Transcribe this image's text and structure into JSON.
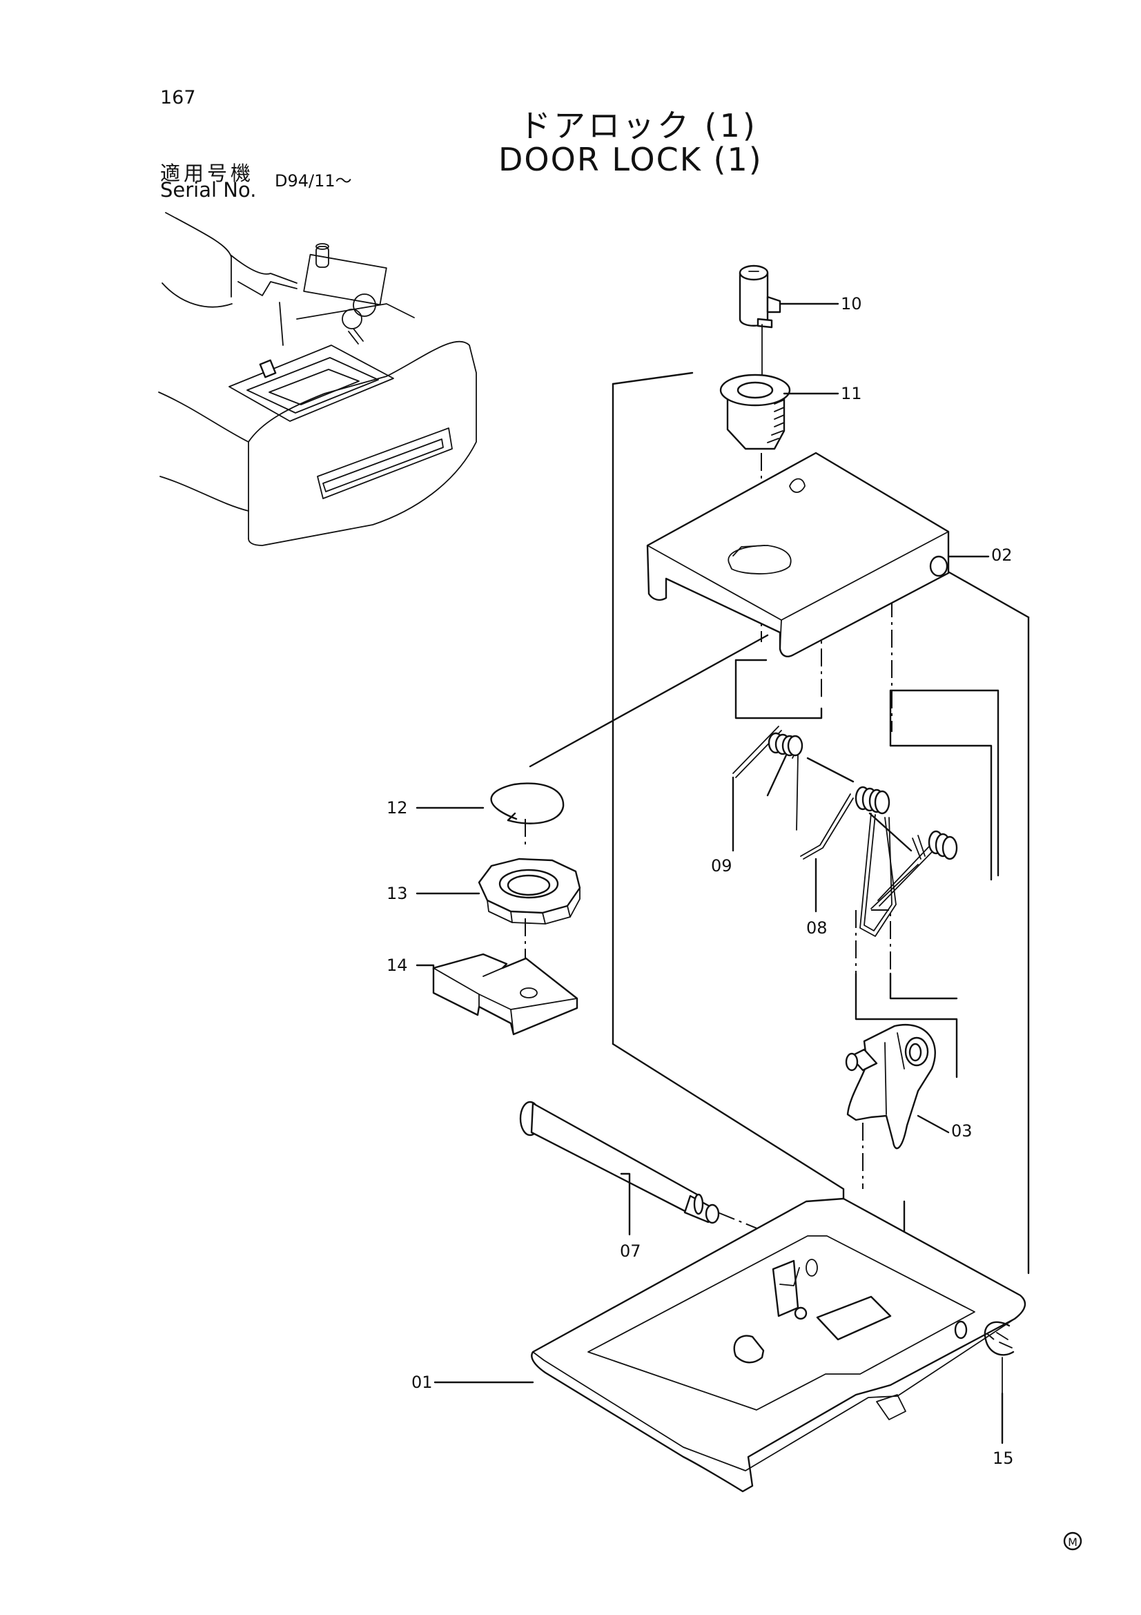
{
  "header": {
    "page_number": "167",
    "title_jp": "ドアロック (1)",
    "title_en": "DOOR LOCK (1)",
    "serial_label_jp": "適用号機",
    "serial_label_en": "Serial No.",
    "serial_value": "D94/11～"
  },
  "parts": [
    {
      "id": "p01",
      "label": "01"
    },
    {
      "id": "p02",
      "label": "02"
    },
    {
      "id": "p03",
      "label": "03"
    },
    {
      "id": "p07",
      "label": "07"
    },
    {
      "id": "p08",
      "label": "08"
    },
    {
      "id": "p09",
      "label": "09"
    },
    {
      "id": "p10",
      "label": "10"
    },
    {
      "id": "p11",
      "label": "11"
    },
    {
      "id": "p12",
      "label": "12"
    },
    {
      "id": "p13",
      "label": "13"
    },
    {
      "id": "p14",
      "label": "14"
    },
    {
      "id": "p15",
      "label": "15"
    }
  ],
  "footer": {
    "mark": "M"
  }
}
